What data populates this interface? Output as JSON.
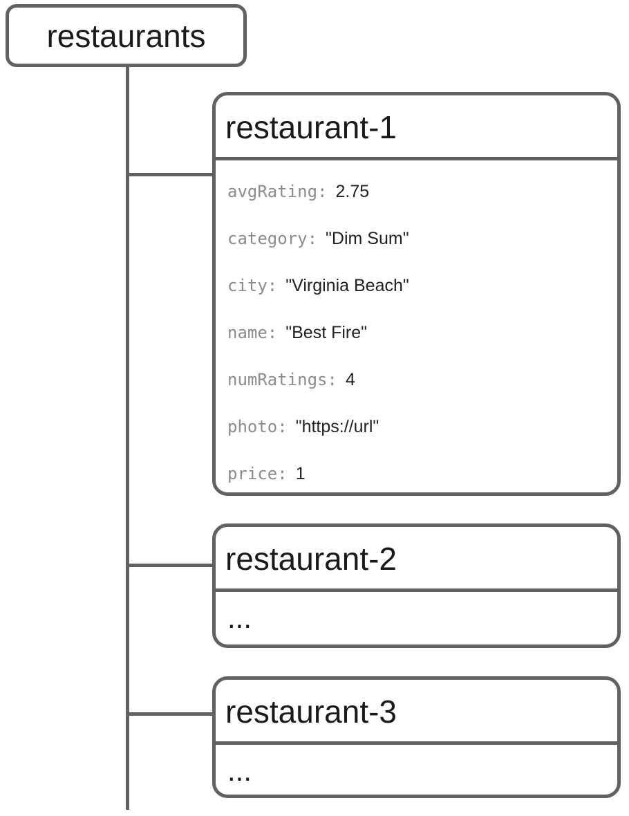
{
  "diagram": {
    "collection": {
      "label": "restaurants"
    },
    "documents": [
      {
        "id": "restaurant-1",
        "fields": [
          {
            "key": "avgRating:",
            "value": "2.75"
          },
          {
            "key": "category:",
            "value": "\"Dim Sum\""
          },
          {
            "key": "city:",
            "value": "\"Virginia Beach\""
          },
          {
            "key": "name:",
            "value": "\"Best Fire\""
          },
          {
            "key": "numRatings:",
            "value": "4"
          },
          {
            "key": "photo:",
            "value": "\"https://url\""
          },
          {
            "key": "price:",
            "value": "1"
          }
        ]
      },
      {
        "id": "restaurant-2",
        "body": "..."
      },
      {
        "id": "restaurant-3",
        "body": "..."
      }
    ],
    "colors": {
      "line": "#616161",
      "heading": "#1a1a1a",
      "field_key": "#8c8c8c",
      "field_value": "#212121",
      "background": "#ffffff"
    }
  }
}
